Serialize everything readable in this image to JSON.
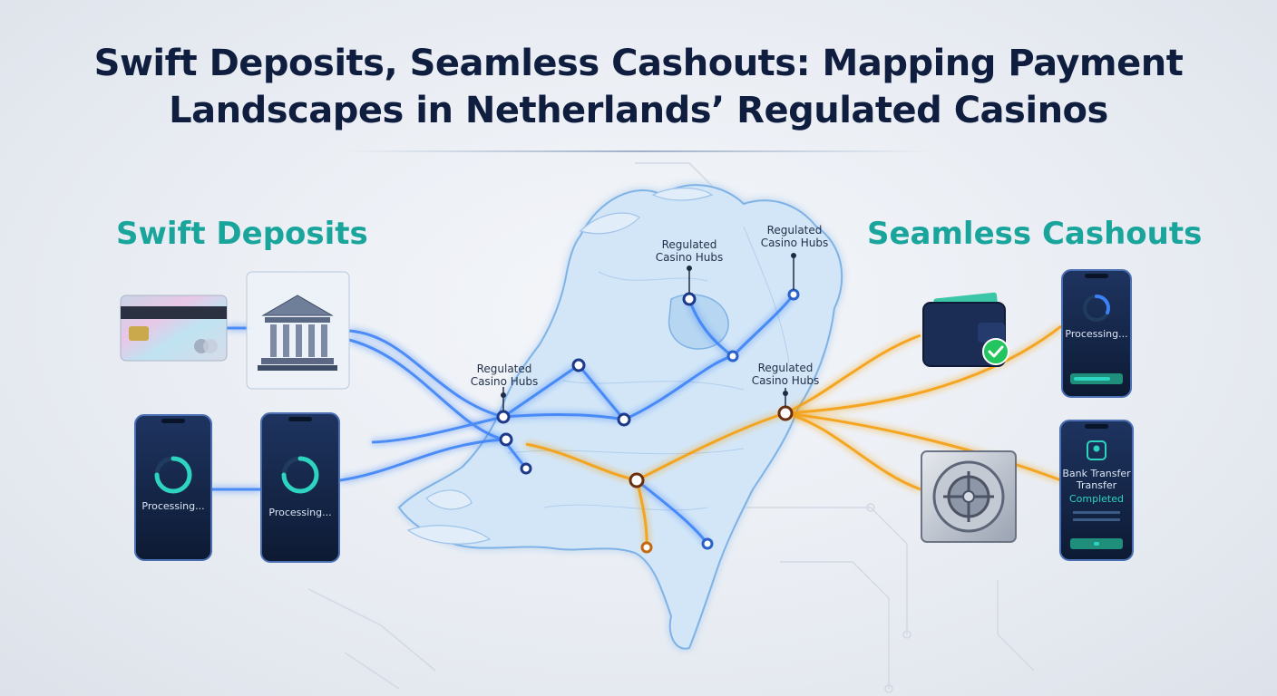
{
  "title": {
    "line1": "Swift Deposits, Seamless Cashouts: Mapping Payment",
    "line2": "Landscapes in Netherlands’ Regulated Casinos"
  },
  "left_heading": "Swift Deposits",
  "right_heading": "Seamless Cashouts",
  "hub_labels": {
    "hub_1_line1": "Regulated",
    "hub_1_line2": "Casino Hubs",
    "hub_2_line1": "Regulated",
    "hub_2_line2": "Casino Hubs",
    "hub_3_line1": "Regulated",
    "hub_3_line2": "Casino Hubs",
    "hub_4_line1": "Regulated",
    "hub_4_line2": "Casino Hubs"
  },
  "deposit_phones": {
    "phone_1_status": "Processing...",
    "phone_2_status": "Processing..."
  },
  "cashout_phones": {
    "phone_1_status": "Processing...",
    "phone_2_line1": "Bank Transfer",
    "phone_2_line2": "Transfer",
    "phone_2_status": "Completed"
  },
  "icons": {
    "deposit": [
      "credit-card-icon",
      "bank-icon",
      "smartphone-icon",
      "smartphone-icon"
    ],
    "cashout": [
      "wallet-icon",
      "smartphone-icon",
      "vault-icon",
      "smartphone-icon"
    ]
  },
  "colors": {
    "title": "#0f1d3f",
    "heading_teal": "#1aa59c",
    "deposit_flow": "#3b82f6",
    "cashout_flow": "#f59e0b",
    "map_fill": "#cfe3f6",
    "phone_body": "#142341",
    "progress_teal": "#2dd4bf",
    "success_green": "#22c55e"
  }
}
